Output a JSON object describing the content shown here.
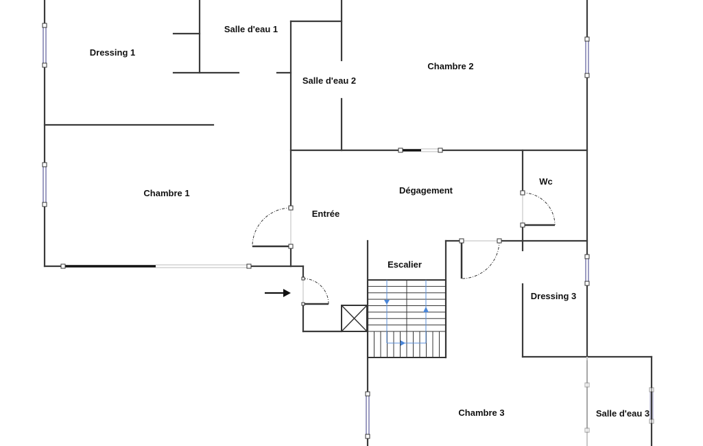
{
  "rooms": {
    "dressing_1": "Dressing 1",
    "salle_eau_1": "Salle d'eau 1",
    "salle_eau_2": "Salle d'eau 2",
    "chambre_2": "Chambre 2",
    "chambre_1": "Chambre 1",
    "degagement": "Dégagement",
    "wc": "Wc",
    "entree": "Entrée",
    "escalier": "Escalier",
    "dressing_3": "Dressing 3",
    "chambre_3": "Chambre 3",
    "salle_eau_3": "Salle d'eau 3"
  },
  "icons": {
    "entry_arrow": "arrow-right-icon",
    "stair_direction": "arrow-icon",
    "elevator": "cross-box-icon"
  },
  "colors": {
    "wall": "#3a3a3a",
    "window": "#5a5a9a",
    "stair_arrow": "#4a86d8",
    "background": "#ffffff"
  }
}
